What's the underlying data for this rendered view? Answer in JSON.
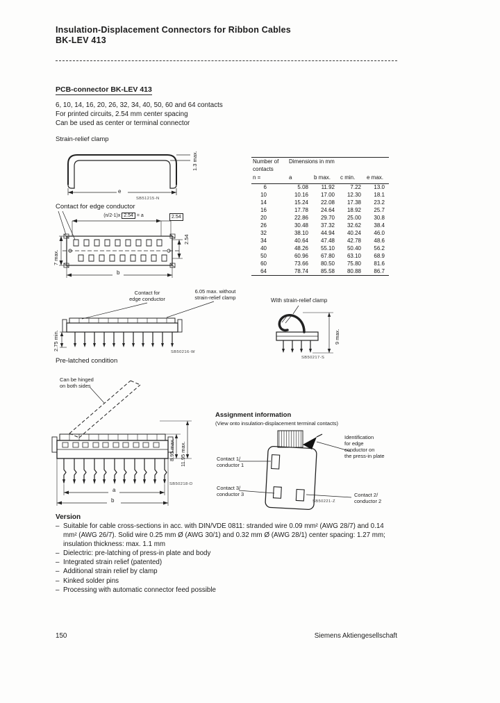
{
  "header": {
    "title_line1": "Insulation-Displacement Connectors for Ribbon Cables",
    "title_line2": "BK-LEV 413"
  },
  "intro": {
    "heading": "PCB-connector BK-LEV 413",
    "line1": "6, 10, 14, 16, 20, 26, 32, 34, 40, 50, 60 and 64 contacts",
    "line2": "For printed circuits, 2.54 mm center spacing",
    "line3": "Can be used as center or terminal connector"
  },
  "clamp_drawing": {
    "label": "Strain-relief clamp",
    "dim_thickness": "1.3 max.",
    "dim_width": "e",
    "drawing_no": "SB51215-N"
  },
  "table": {
    "group_left": "Number of contacts",
    "group_right": "Dimensions in mm",
    "cols": [
      "n =",
      "a",
      "b max.",
      "c min.",
      "e max."
    ],
    "rows": [
      [
        "6",
        "5.08",
        "11.92",
        "7.22",
        "13.0"
      ],
      [
        "10",
        "10.16",
        "17.00",
        "12.30",
        "18.1"
      ],
      [
        "14",
        "15.24",
        "22.08",
        "17.38",
        "23.2"
      ],
      [
        "16",
        "17.78",
        "24.64",
        "18.92",
        "25.7"
      ],
      [
        "20",
        "22.86",
        "29.70",
        "25.00",
        "30.8"
      ],
      [
        "26",
        "30.48",
        "37.32",
        "32.62",
        "38.4"
      ],
      [
        "32",
        "38.10",
        "44.94",
        "40.24",
        "46.0"
      ],
      [
        "34",
        "40.64",
        "47.48",
        "42.78",
        "48.6"
      ],
      [
        "40",
        "48.26",
        "55.10",
        "50.40",
        "56.2"
      ],
      [
        "50",
        "60.96",
        "67.80",
        "63.10",
        "68.9"
      ],
      [
        "60",
        "73.66",
        "80.50",
        "75.80",
        "81.6"
      ],
      [
        "64",
        "78.74",
        "85.58",
        "80.88",
        "86.7"
      ]
    ]
  },
  "edge_drawing": {
    "label": "Contact for edge conductor",
    "formula_prefix": "(n/2-1)x",
    "formula_boxed": "2.54",
    "formula_suffix": "= a",
    "dim_pitch": "2.54",
    "dim_height": "7 max.",
    "dim_width": "b",
    "dim_row_spacing": "2.54"
  },
  "side_views": {
    "edge_label": "Contact for\nedge conductor",
    "without_clamp_label": "6.05 max. without\nstrain-relief clamp",
    "with_clamp_label": "With strain-relief clamp",
    "dim_pin": "2.75 min.",
    "dim_clamp_height": "9 max.",
    "drawing_no_left": "SB50216-W",
    "drawing_no_right": "SB50217-S"
  },
  "prelatched": {
    "heading": "Pre-latched condition",
    "hinge_note": "Can be hinged\non both sides",
    "dim_body": "8.95 max.",
    "dim_total": "11.95 max.",
    "dim_a": "a",
    "dim_b": "b",
    "drawing_no": "SB50218-D"
  },
  "assignment": {
    "heading": "Assignment information",
    "subheading": "(View onto insulation-displacement terminal contacts)",
    "identification_note": "Identification\nfor edge\nconductor on\nthe press-in plate",
    "contact1": "Contact 1/\nconductor 1",
    "contact3": "Contact 3/\nconductor 3",
    "contact2": "Contact 2/\nconductor 2",
    "drawing_no": "SB50221-Z"
  },
  "version": {
    "heading": "Version",
    "dash": "–",
    "bullets": [
      "Suitable for cable cross-sections in acc. with DIN/VDE 0811: stranded wire 0.09 mm² (AWG 28/7) and 0.14 mm² (AWG 26/7). Solid wire 0.25 mm Ø (AWG 30/1) and 0.32 mm Ø (AWG 28/1) center spacing: 1.27 mm; insulation thickness: max. 1.1 mm",
      "Dielectric: pre-latching of press-in plate and body",
      "Integrated strain relief (patented)",
      "Additional strain relief by clamp",
      "Kinked solder pins",
      "Processing with automatic connector feed possible"
    ]
  },
  "footer": {
    "page_number": "150",
    "company": "Siemens Aktiengesellschaft"
  }
}
